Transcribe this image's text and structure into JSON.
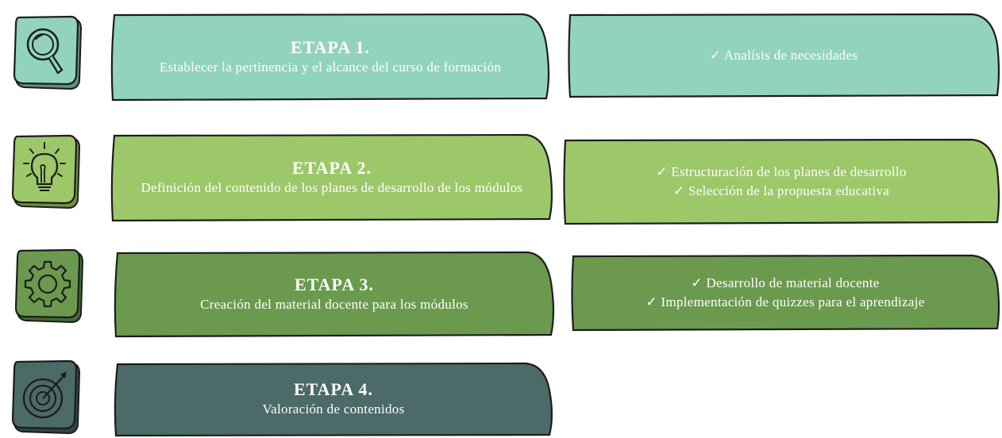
{
  "stages": [
    {
      "title": "ETAPA 1.",
      "description": "Establecer la pertinencia y el alcance del curso de formación",
      "icon": "magnifier-icon",
      "color": "#92D3BB"
    },
    {
      "title": "ETAPA 2.",
      "description": "Definición del contenido de los planes de desarrollo de los módulos",
      "icon": "lightbulb-icon",
      "color": "#9DC86A"
    },
    {
      "title": "ETAPA 3.",
      "description": "Creación del material docente para los módulos",
      "icon": "gear-icon",
      "color": "#6B9A4F"
    },
    {
      "title": "ETAPA 4.",
      "description": "Valoración de contenidos",
      "icon": "target-icon",
      "color": "#4B6A68"
    }
  ],
  "details": [
    {
      "items": [
        "✓ Analísis de necesidades"
      ]
    },
    {
      "items": [
        "✓ Estructuración de los planes de desarrollo",
        "✓ Selección de la propuesta educativa"
      ]
    },
    {
      "items": [
        "✓ Desarrollo de material docente",
        "✓ Implementación de quizzes para el aprendizaje"
      ]
    }
  ]
}
